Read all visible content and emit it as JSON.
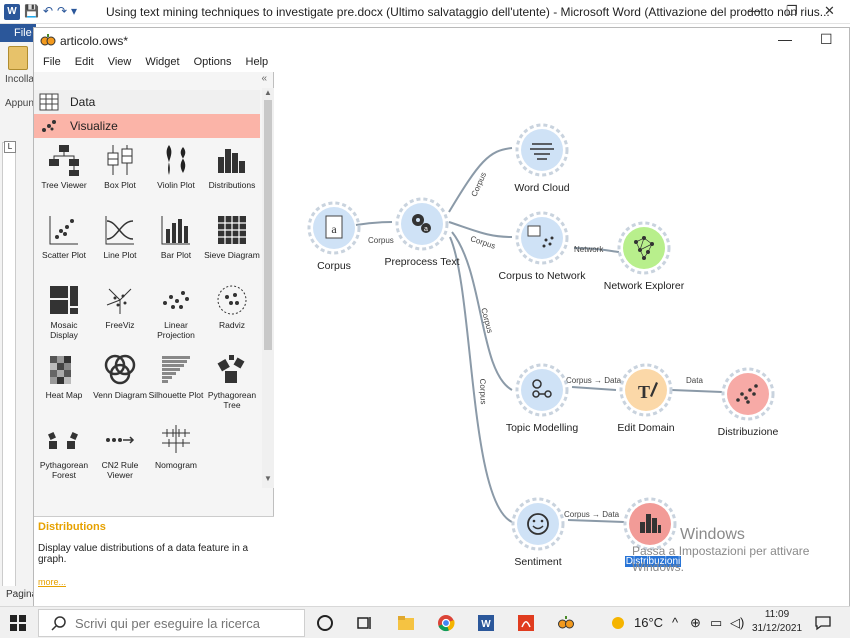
{
  "word": {
    "title": "Using text mining techniques to investigate pre.docx (Ultimo salvataggio dell'utente)  -  Microsoft Word (Attivazione del prodotto non rius...",
    "file_label": "File",
    "incolla_label": "Incolla",
    "appunti_label": "Appun",
    "pagina_label": "Pagina",
    "ruler_marker": "L"
  },
  "ows": {
    "title": "articolo.ows*",
    "menu": [
      "File",
      "Edit",
      "View",
      "Widget",
      "Options",
      "Help"
    ],
    "collapse_glyph": "«"
  },
  "toolbox": {
    "categories": [
      "Data",
      "Visualize"
    ],
    "widgets": [
      "Tree Viewer",
      "Box Plot",
      "Violin Plot",
      "Distributions",
      "Scatter Plot",
      "Line Plot",
      "Bar Plot",
      "Sieve Diagram",
      "Mosaic Display",
      "FreeViz",
      "Linear Projection",
      "Radviz",
      "Heat Map",
      "Venn Diagram",
      "Silhouette Plot",
      "Pythagorean Tree",
      "Pythagorean Forest",
      "CN2 Rule Viewer",
      "Nomogram"
    ],
    "description": {
      "title": "Distributions",
      "text": "Display value distributions of a data feature in a graph.",
      "more": "more..."
    }
  },
  "canvas": {
    "nodes": {
      "corpus": "Corpus",
      "preprocess": "Preprocess Text",
      "wordcloud": "Word Cloud",
      "corpus_network": "Corpus to Network",
      "network_explorer": "Network Explorer",
      "topic": "Topic Modelling",
      "edit_domain": "Edit Domain",
      "distribuzione": "Distribuzione",
      "sentiment": "Sentiment",
      "distribuzioni": "Distribuzioni"
    },
    "links": {
      "corpus_pre": "Corpus",
      "pre_wordcloud": "Corpus",
      "pre_network": "Corpus",
      "network_explorer": "Network",
      "pre_topic": "Corpus",
      "pre_sentiment": "Corpus",
      "topic_edit": "Corpus → Data",
      "edit_distr": "Data",
      "sent_distr": "Corpus → Data"
    }
  },
  "activation": {
    "line1": "Windows",
    "line2": "Passa a Impostazioni per attivare",
    "line3": "Windows."
  },
  "taskbar": {
    "search_placeholder": "Scrivi qui per eseguire la ricerca",
    "temperature": "16°C",
    "time": "11:09",
    "date": "31/12/2021"
  },
  "colors": {
    "visualize": "#fbb4a8",
    "node_blue": "#cfe2f6",
    "node_green": "#b8ef8c",
    "node_orange": "#fbd8a8",
    "node_red": "#f7aaa6",
    "link": "#8b9aa8",
    "accent": "#e6a100"
  }
}
